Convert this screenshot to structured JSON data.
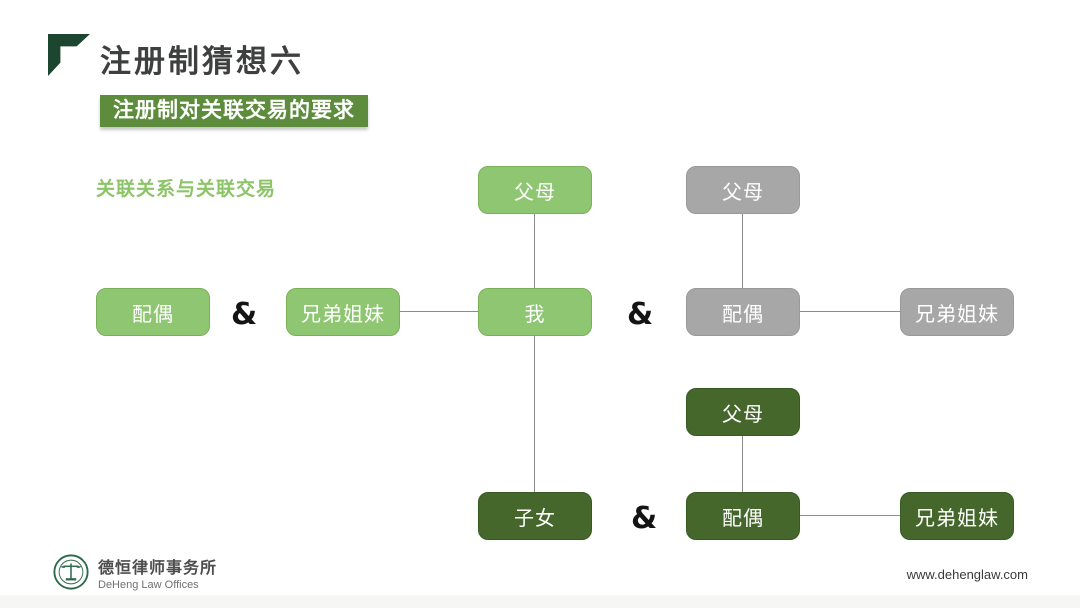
{
  "slide": {
    "title": "注册制猜想六",
    "subtitle": "注册制对关联交易的要求",
    "section_label": "关联关系与关联交易"
  },
  "diagram": {
    "ampersand": "&",
    "nodes": [
      {
        "label": "配偶",
        "group": "self-light"
      },
      {
        "label": "兄弟姐妹",
        "group": "self-light"
      },
      {
        "label": "父母",
        "group": "self-light"
      },
      {
        "label": "我",
        "group": "self-light"
      },
      {
        "label": "子女",
        "group": "children-dark"
      },
      {
        "label": "父母",
        "group": "spouse-gray"
      },
      {
        "label": "配偶",
        "group": "spouse-gray"
      },
      {
        "label": "兄弟姐妹",
        "group": "spouse-gray"
      },
      {
        "label": "父母",
        "group": "children-spouse-dark"
      },
      {
        "label": "配偶",
        "group": "children-spouse-dark"
      },
      {
        "label": "兄弟姐妹",
        "group": "children-spouse-dark"
      }
    ]
  },
  "footer": {
    "firm_name_cn": "德恒律师事务所",
    "firm_name_en": "DeHeng Law Offices",
    "website": "www.dehenglaw.com"
  },
  "colors": {
    "light_green_node": "#8ec672",
    "gray_node": "#a7a7a7",
    "dark_green_node": "#45672c",
    "subtitle_banner": "#5c8c3c",
    "section_label_text": "#8cc468",
    "title_text": "#3e3f3f",
    "corner_accent": "#1d4631",
    "connector_line": "#8c8c8c",
    "logo_green": "#2d6b4d"
  }
}
